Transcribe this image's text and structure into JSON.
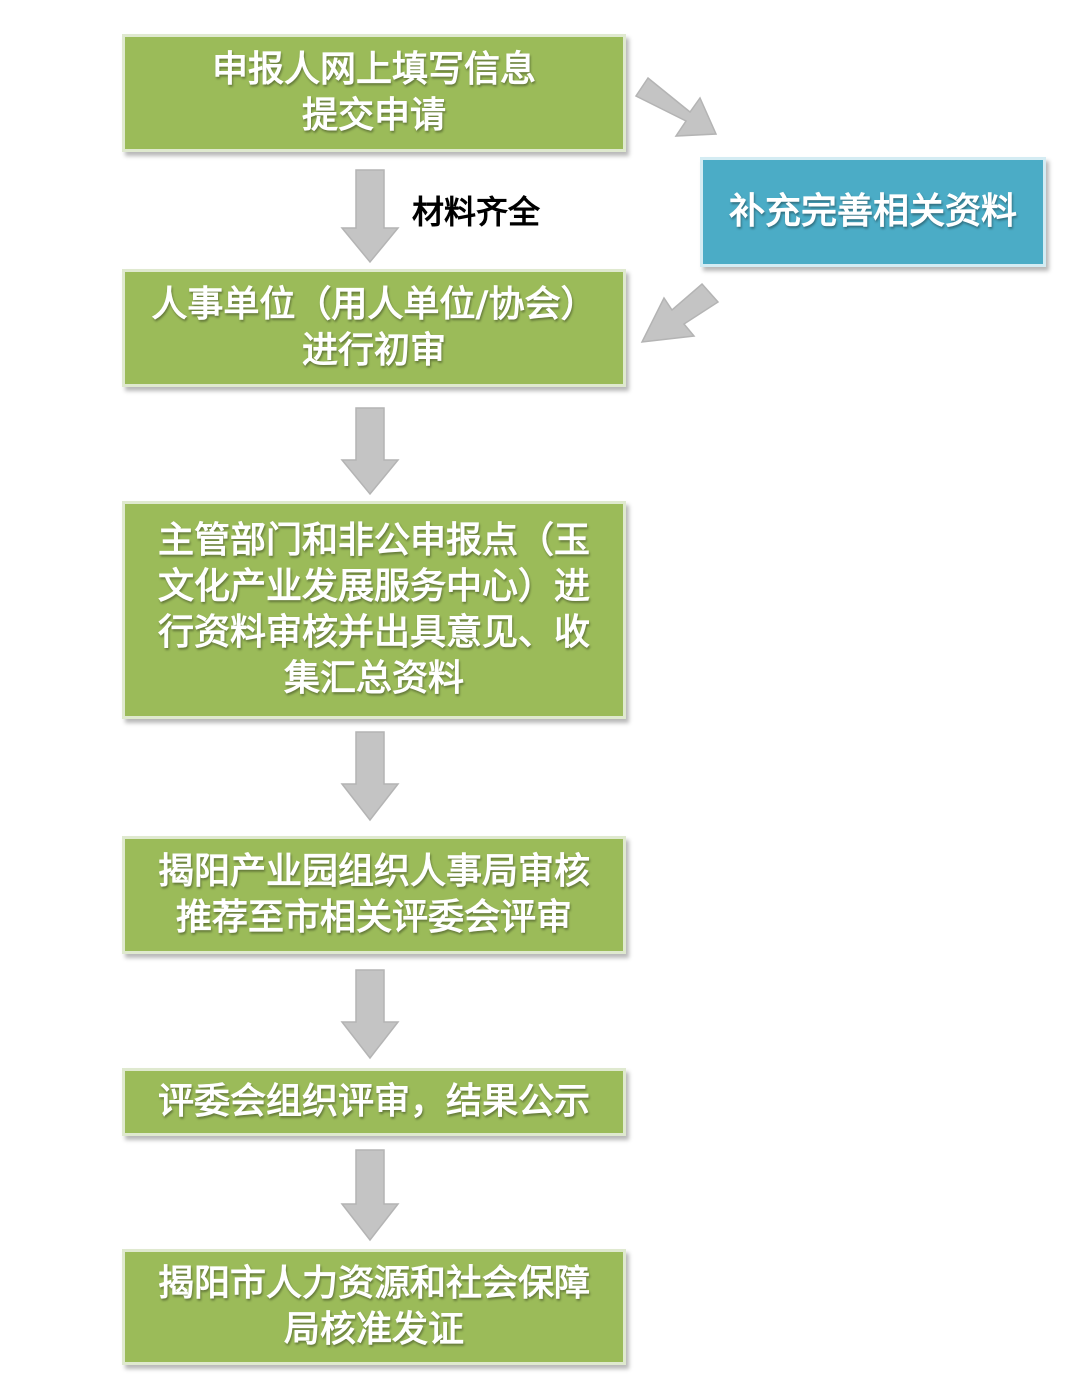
{
  "colors": {
    "step_box": "#9bbb59",
    "side_box": "#4bacc6",
    "arrow": "#c4c4c4",
    "text": "#ffffff"
  },
  "steps": [
    {
      "lines": [
        "申报人网上填写信息",
        "提交申请"
      ]
    },
    {
      "lines": [
        "人事单位（用人单位/协会）",
        "进行初审"
      ]
    },
    {
      "lines": [
        "主管部门和非公申报点（玉",
        "文化产业发展服务中心）进",
        "行资料审核并出具意见、收",
        "集汇总资料"
      ]
    },
    {
      "lines": [
        "揭阳产业园组织人事局审核",
        "推荐至市相关评委会评审"
      ]
    },
    {
      "lines": [
        "评委会组织评审，结果公示"
      ]
    },
    {
      "lines": [
        "揭阳市人力资源和社会保障",
        "局核准发证"
      ]
    }
  ],
  "side_step": {
    "label": "补充完善相关资料"
  },
  "arrow_label": "材料齐全"
}
